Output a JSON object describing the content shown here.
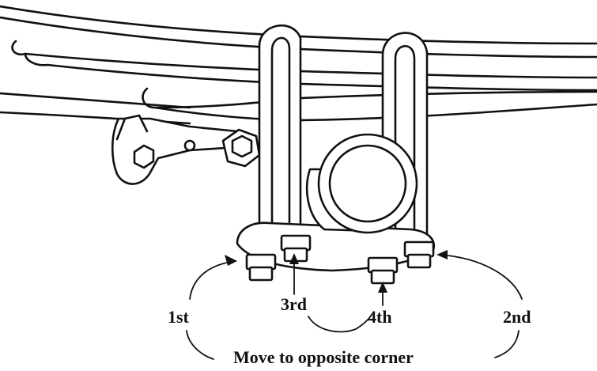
{
  "labels": {
    "first": "1st",
    "second": "2nd",
    "third": "3rd",
    "fourth": "4th",
    "caption": "Move to opposite corner"
  },
  "colors": {
    "ink": "#111111",
    "background": "#ffffff"
  }
}
